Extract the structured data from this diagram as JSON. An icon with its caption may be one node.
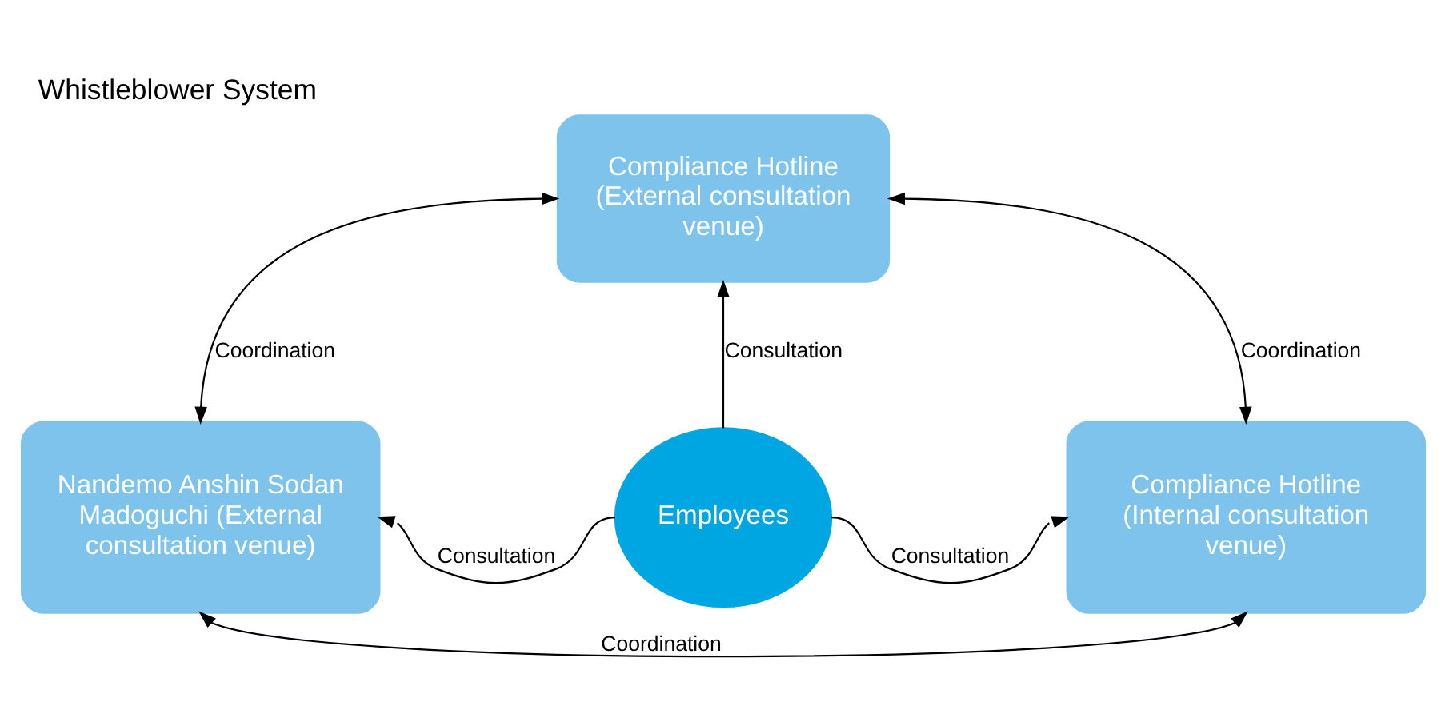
{
  "diagram": {
    "title": "Whistleblower System",
    "nodes": [
      {
        "text": [
          "Compliance Hotline (External consultation venue)"
        ]
      },
      {
        "text": [
          "Nandemo Anshin Sodan Madoguchi (External consultation venue)"
        ]
      },
      {
        "text": [
          "Employees"
        ]
      },
      {
        "text": [
          "Compliance Hotline (Internal consultation venue)"
        ]
      }
    ],
    "edges": [
      {
        "from": 2,
        "to": 0,
        "arrow": "to",
        "label": "Consultation"
      },
      {
        "from": 2,
        "to": 1,
        "arrow": "to",
        "label": "Consultation"
      },
      {
        "from": 2,
        "to": 3,
        "arrow": "to",
        "label": "Consultation"
      },
      {
        "from": 0,
        "to": 1,
        "arrow": "both",
        "label": "Coordination"
      },
      {
        "from": 0,
        "to": 3,
        "arrow": "both",
        "label": "Coordination"
      },
      {
        "from": 1,
        "to": 3,
        "arrow": "both",
        "label": "Coordination"
      }
    ]
  }
}
